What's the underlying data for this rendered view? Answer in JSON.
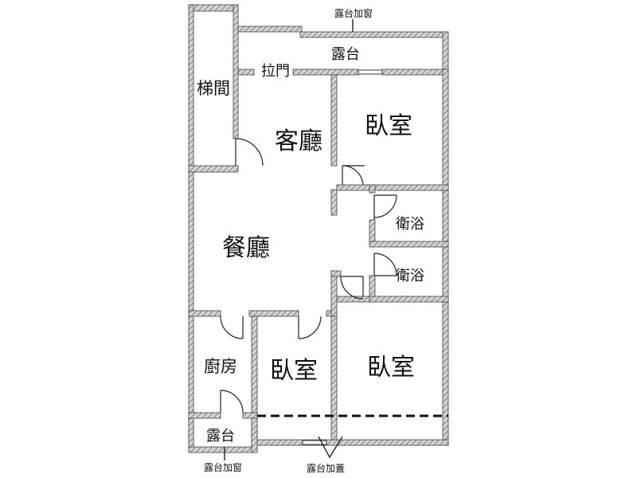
{
  "colors": {
    "wall_fill": "#b8b8b8",
    "wall_stroke": "#444444",
    "door_line": "#222222",
    "text": "#111111",
    "background": "#ffffff"
  },
  "floorplan": {
    "rooms": {
      "stairwell": "梯間",
      "living_room": "客廳",
      "dining_room": "餐廳",
      "bedroom_top_right": "臥室",
      "bathroom_upper": "衛浴",
      "bathroom_lower": "衛浴",
      "kitchen": "廚房",
      "bedroom_bottom_middle": "臥室",
      "bedroom_bottom_right": "臥室",
      "balcony_top": "露台",
      "balcony_bottom_left": "露台"
    },
    "annotations": {
      "sliding_door": "拉門",
      "top_balcony_window": "露台加窗",
      "bottom_left_balcony_window": "露台加窗",
      "bottom_balcony_cover": "露台加蓋"
    }
  }
}
